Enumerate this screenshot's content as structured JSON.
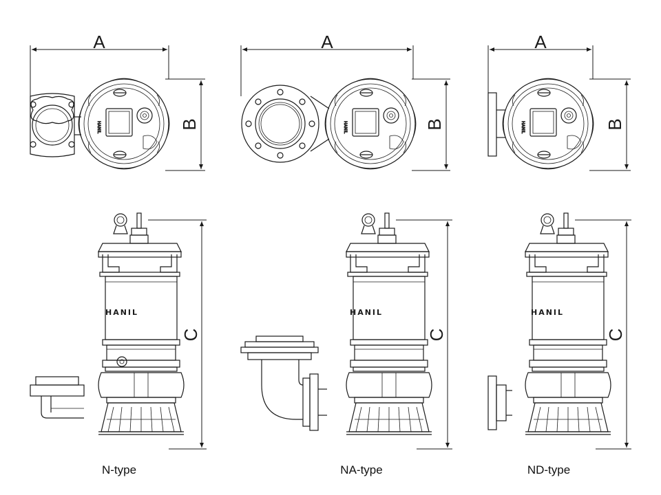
{
  "dimensions": {
    "width_label": "A",
    "height_label": "B",
    "overall_height_label": "C"
  },
  "brand": "HANIL",
  "pumps": [
    {
      "caption": "N-type"
    },
    {
      "caption": "NA-type"
    },
    {
      "caption": "ND-type"
    }
  ]
}
